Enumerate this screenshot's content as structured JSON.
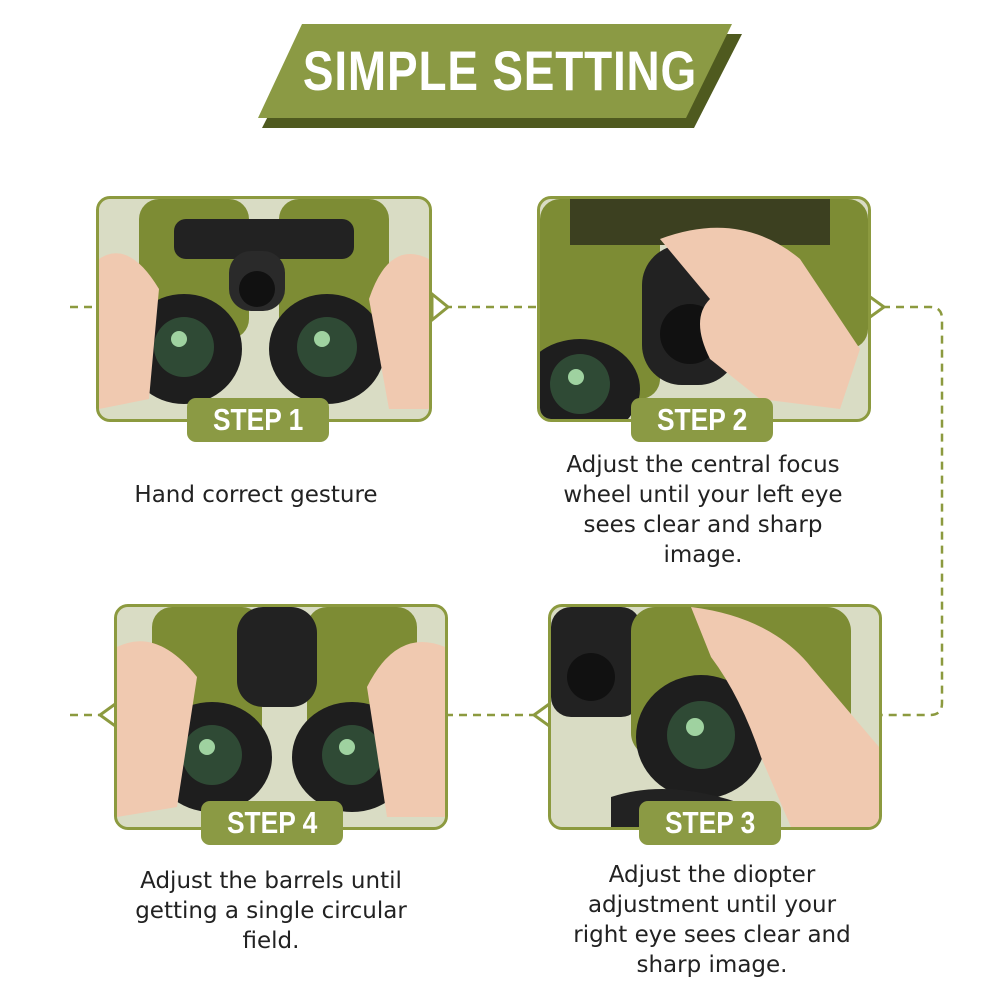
{
  "title": "SIMPLE SETTING",
  "colors": {
    "olive": "#8b9a44",
    "olive_dark": "#4f5a1f",
    "card_border": "#8c9a3f",
    "dash": "#8c9a3f"
  },
  "steps": [
    {
      "label": "STEP 1",
      "desc": "Hand correct gesture",
      "image": "hands-holding-binoculars-photo"
    },
    {
      "label": "STEP 2",
      "desc": "Adjust the central focus wheel until your left eye sees clear and sharp image.",
      "image": "focus-wheel-adjustment-photo"
    },
    {
      "label": "STEP 3",
      "desc": "Adjust the diopter adjustment until your right eye sees clear and sharp  image.",
      "image": "diopter-adjustment-photo"
    },
    {
      "label": "STEP 4",
      "desc": "Adjust the barrels until getting a single circular field.",
      "image": "barrel-adjustment-photo"
    }
  ]
}
